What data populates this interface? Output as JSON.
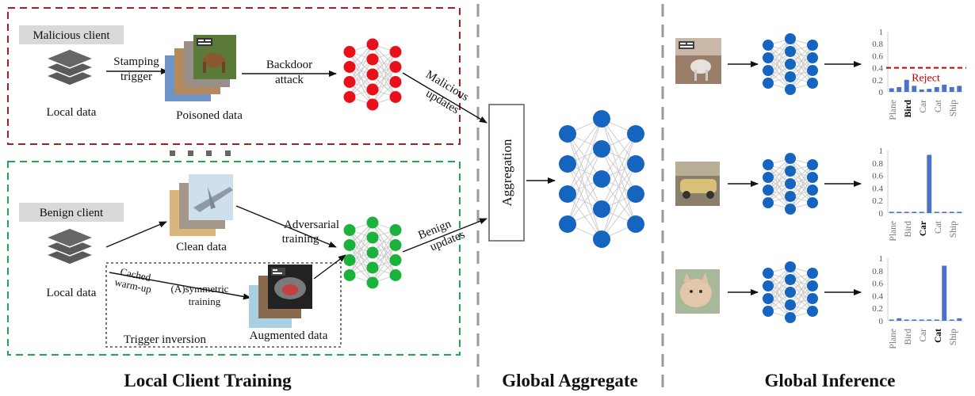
{
  "sections": {
    "local": "Local Client Training",
    "aggregate": "Global Aggregate",
    "inference": "Global Inference"
  },
  "malicious": {
    "client_label": "Malicious client",
    "local_data": "Local data",
    "stamping_1": "Stamping",
    "stamping_2": "trigger",
    "poisoned": "Poisoned data",
    "backdoor_1": "Backdoor",
    "backdoor_2": "attack",
    "updates_1": "Malicious",
    "updates_2": "updates"
  },
  "benign": {
    "client_label": "Benign client",
    "local_data": "Local data",
    "clean": "Clean data",
    "adv_1": "Adversarial",
    "adv_2": "training",
    "cached_1": "Cached",
    "cached_2": "warm-up",
    "asym_1": "(A)symmetric",
    "asym_2": "training",
    "trigger_inv": "Trigger inversion",
    "augmented": "Augmented data",
    "updates_1": "Benign",
    "updates_2": "updates"
  },
  "aggregation_label": "Aggregation",
  "colors": {
    "malicious_border": "#b01c1c",
    "benign_border": "#21a84a",
    "malicious_node": "#e8101a",
    "benign_node": "#1bb23c",
    "global_node": "#1565c0",
    "bar": "#4a72c8",
    "reject_line": "#c00000"
  },
  "chart_data": [
    {
      "type": "bar",
      "categories": [
        "Plane",
        "Bird",
        "Car",
        "Cat",
        "Ship"
      ],
      "highlight": "Bird",
      "yticks": [
        "1",
        "0.8",
        "0.6",
        "0.4",
        "0.2",
        "0"
      ],
      "ylim": [
        0,
        1
      ],
      "values": [
        0.06,
        0.08,
        0.2,
        0.1,
        0.04,
        0.05,
        0.08,
        0.12,
        0.08,
        0.1
      ],
      "threshold": 0.4,
      "threshold_label": "Reject"
    },
    {
      "type": "bar",
      "categories": [
        "Plane",
        "Bird",
        "Car",
        "Cat",
        "Ship"
      ],
      "highlight": "Car",
      "yticks": [
        "1",
        "0.8",
        "0.6",
        "0.4",
        "0.2",
        "0"
      ],
      "ylim": [
        0,
        1
      ],
      "values": [
        0.02,
        0.02,
        0.02,
        0.02,
        0.02,
        0.93,
        0.02,
        0.02,
        0.02,
        0.02
      ]
    },
    {
      "type": "bar",
      "categories": [
        "Plane",
        "Bird",
        "Car",
        "Cat",
        "Ship"
      ],
      "highlight": "Cat",
      "yticks": [
        "1",
        "0.8",
        "0.6",
        "0.4",
        "0.2",
        "0"
      ],
      "ylim": [
        0,
        1
      ],
      "values": [
        0.02,
        0.04,
        0.02,
        0.02,
        0.02,
        0.02,
        0.02,
        0.88,
        0.02,
        0.04
      ]
    }
  ]
}
